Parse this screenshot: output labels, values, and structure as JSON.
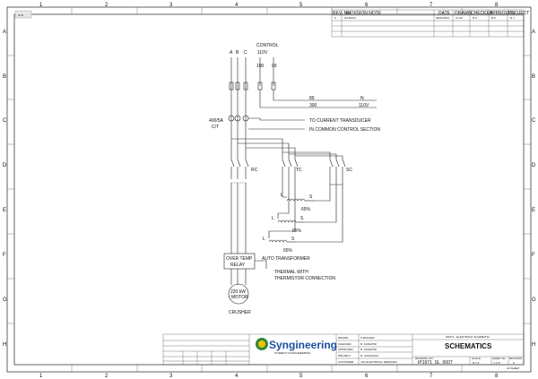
{
  "grid": {
    "cols": [
      "1",
      "2",
      "3",
      "4",
      "5",
      "6",
      "7",
      "8"
    ],
    "rows": [
      "A",
      "B",
      "C",
      "D",
      "E",
      "F",
      "G",
      "H"
    ]
  },
  "revision": {
    "headers": [
      "REV. No",
      "REVISION NOTE",
      "DATE",
      "DRAWN",
      "CHECKED",
      "APPROVED",
      "PROJECT"
    ],
    "row": [
      "0",
      "AS BUILT",
      "30/07/2014",
      "S.J.M",
      "R.K",
      "R.K",
      "R.J"
    ]
  },
  "schematic": {
    "phases": [
      "A",
      "B",
      "C"
    ],
    "control_title": "CONTROL",
    "control_voltage": "110V",
    "control_wire_a": "100",
    "control_wire_b": "99",
    "wire_n_label": "89",
    "wire_n": "N",
    "wire_300": "300",
    "wire_110v": "110V",
    "to_ct": "TO CURRENT TRANSDUCER",
    "to_common": "IN COMMON CONTROL SECTION",
    "ct_rating": "400/5A",
    "ct_label": "C/T",
    "rc_label": "RC",
    "tc_label": "TC",
    "sc_label": "SC",
    "tap_pct": "65%",
    "tap_l": "L",
    "tap_s": "S",
    "auto_transformer": "AUTO TRANSFORMER",
    "relay_line1": "OVER TEMP",
    "relay_line2": "RELAY",
    "thermal_line1": "THERMAL WITH",
    "thermal_line2": "THERMISTOR CONNECTION",
    "motor_kw": "220 kW",
    "motor_label": "MOTOR",
    "crusher": "CRUSHER"
  },
  "titleblock": {
    "company": "Syngineering",
    "tagline": "SYNERGY IN ENGINEERING",
    "drawn_label": "DRAWN",
    "drawn_value": "S.MUHLER",
    "checked_label": "CHECKED",
    "checked_value": "R. KANAPINI",
    "approved_label": "APPROVED",
    "approved_value": "R. KANAPINI",
    "project_label": "PROJECT",
    "project_value": "R. JAGANAGU",
    "drawn_date_label": "DRAWN DATE",
    "drawn_date_value": "30/07/2014",
    "customer_label": "CUSTOMER",
    "customer_value": "JAX ELECTRICAL SERVICES",
    "header_small": "IP1971 - ELECTRICAL SCHEMATIC",
    "schematics": "SCHEMATICS",
    "drawing_no_label": "DRAWING NO:",
    "drawing_no": "IP1971_SL_0007",
    "scale_label": "SCALE:",
    "scale": "N.T.S",
    "sheet_label": "SHEET No:",
    "sheet": "7 of 8",
    "revision_label": "REVISION",
    "revision": "0",
    "corner_code": "A3 SHEET"
  }
}
